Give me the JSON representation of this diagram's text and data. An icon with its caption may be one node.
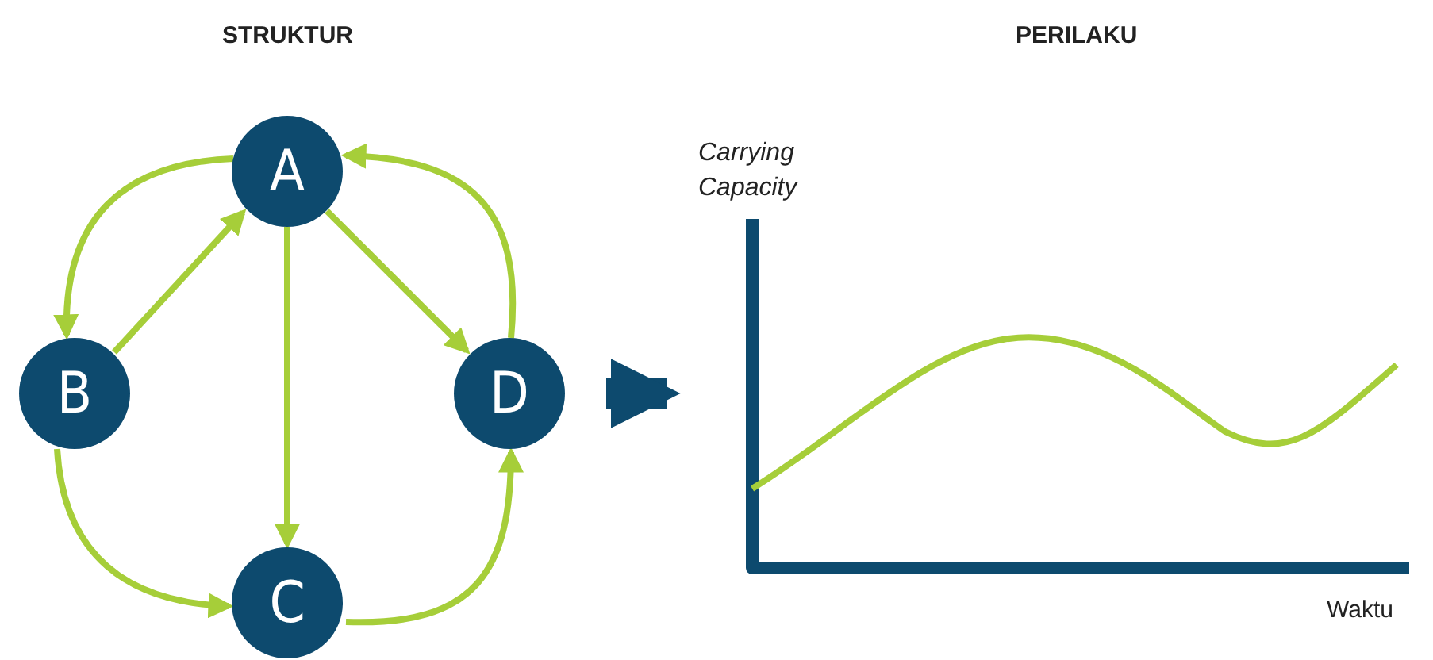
{
  "diagram": {
    "nodes": [
      {
        "text": [
          "A"
        ]
      },
      {
        "text": [
          "B"
        ]
      },
      {
        "text": [
          "C"
        ]
      },
      {
        "text": [
          "D"
        ]
      },
      {
        "text": [],
        "shape": "picture"
      }
    ],
    "edges": [
      {
        "from": 0,
        "to": 1,
        "arrow": "to"
      },
      {
        "from": 1,
        "to": 0,
        "arrow": "to"
      },
      {
        "from": 0,
        "to": 2,
        "arrow": "to"
      },
      {
        "from": 0,
        "to": 3,
        "arrow": "to"
      },
      {
        "from": 3,
        "to": 0,
        "arrow": "to"
      },
      {
        "from": 1,
        "to": 2,
        "arrow": "to"
      },
      {
        "from": 2,
        "to": 3,
        "arrow": "to"
      },
      {
        "from": null,
        "to": 4,
        "arrow": "to",
        "style": "thick",
        "color": "#0d4a6e"
      }
    ],
    "labels": [
      "STRUKTUR",
      "PERILAKU",
      "Carrying Capacity",
      "Waktu"
    ]
  }
}
